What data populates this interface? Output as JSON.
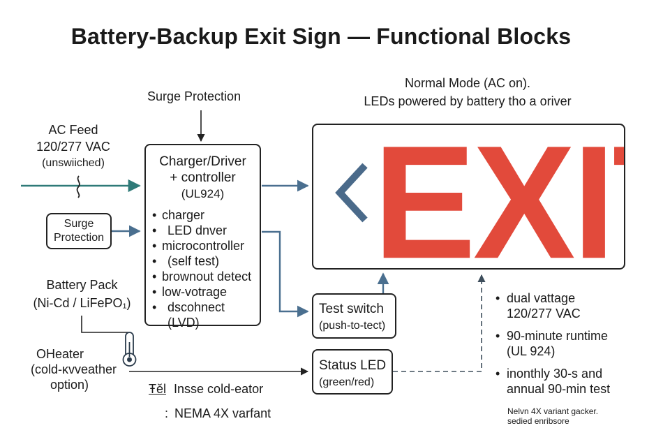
{
  "title": "Battery-Backup Exit Sign — Functional Blocks",
  "normal_mode": {
    "line1": "Normal Mode (AC on).",
    "line2": "LEDs powered by battery tho a oriver"
  },
  "surge_top": "Surge Protection",
  "ac_feed": {
    "line1": "AC Feed",
    "line2": "120/277 VAC",
    "line3": "(unswiiched)"
  },
  "surge_box": {
    "line1": "Surge",
    "line2": "Protection"
  },
  "battery": {
    "line1": "Battery Pack",
    "line2": "(Ni-Cd / LiFePO₁)"
  },
  "heater": {
    "symbol": "O",
    "line1": "Heater",
    "line2": "(cold-κvveather",
    "line3": "option)"
  },
  "insse": {
    "symbol": "Ŧĕl",
    "text": "Insse cold-eator"
  },
  "nema": {
    "symbol": ":",
    "text": "NEMA 4X varfant"
  },
  "controller": {
    "line1": "Charger/Driver",
    "line2": "+ controller",
    "line3": "(UL924)",
    "bullets": [
      "charger",
      "LED dnver",
      "microcontroller",
      "(self test)",
      "brownout detect",
      "low-votrage",
      "dscohnect (LVD)"
    ]
  },
  "exit_sign": {
    "arrow": "<",
    "text": "EXIT"
  },
  "test_switch": {
    "line1": "Test switch",
    "line2": "(push-to-tect)"
  },
  "status_led": {
    "line1": "Status LED",
    "line2": "(green/red)"
  },
  "specs": [
    {
      "line1": "dual vattage",
      "line2": "120/277 VAC"
    },
    {
      "line1": "90-minute runtime",
      "line2": "(UL 924)"
    },
    {
      "line1": "inonthly 30-s and",
      "line2": "annual 90-min test"
    }
  ],
  "footnote": {
    "line1": "Nelvn 4X variant gacker.",
    "line2": "sedied enribsore"
  },
  "colors": {
    "exit_red": "#e24a3b",
    "chevron_blue": "#4a6a8a",
    "ac_line_teal": "#2f7a78",
    "arrow_blue": "#4a6f8f"
  }
}
